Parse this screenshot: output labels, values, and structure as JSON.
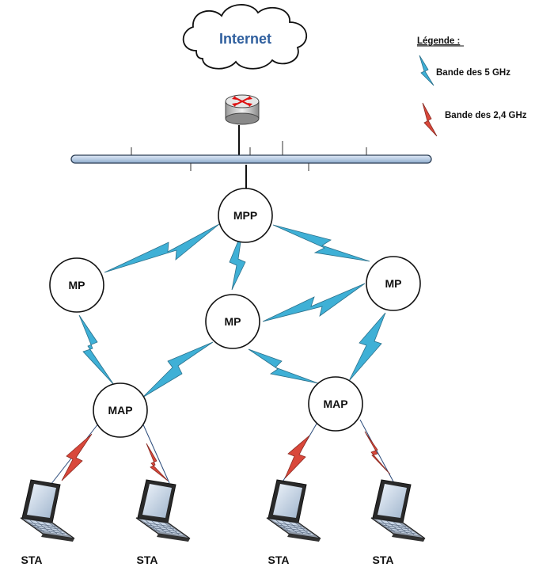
{
  "internet": {
    "label": "Internet"
  },
  "legend": {
    "title": "Légende :",
    "items": [
      {
        "label": "Bande des 5 GHz",
        "color": "#3fb0d6"
      },
      {
        "label": "Bande des 2,4 GHz",
        "color": "#d9483b"
      }
    ]
  },
  "nodes": {
    "mpp": "MPP",
    "mp_left": "MP",
    "mp_center": "MP",
    "mp_right": "MP",
    "map_left": "MAP",
    "map_right": "MAP"
  },
  "stations": [
    "STA",
    "STA",
    "STA",
    "STA"
  ],
  "colors": {
    "band5": "#3fb0d6",
    "band24": "#d9483b",
    "bus": "#b8cce4",
    "cloud_text": "#2f5f9e"
  }
}
